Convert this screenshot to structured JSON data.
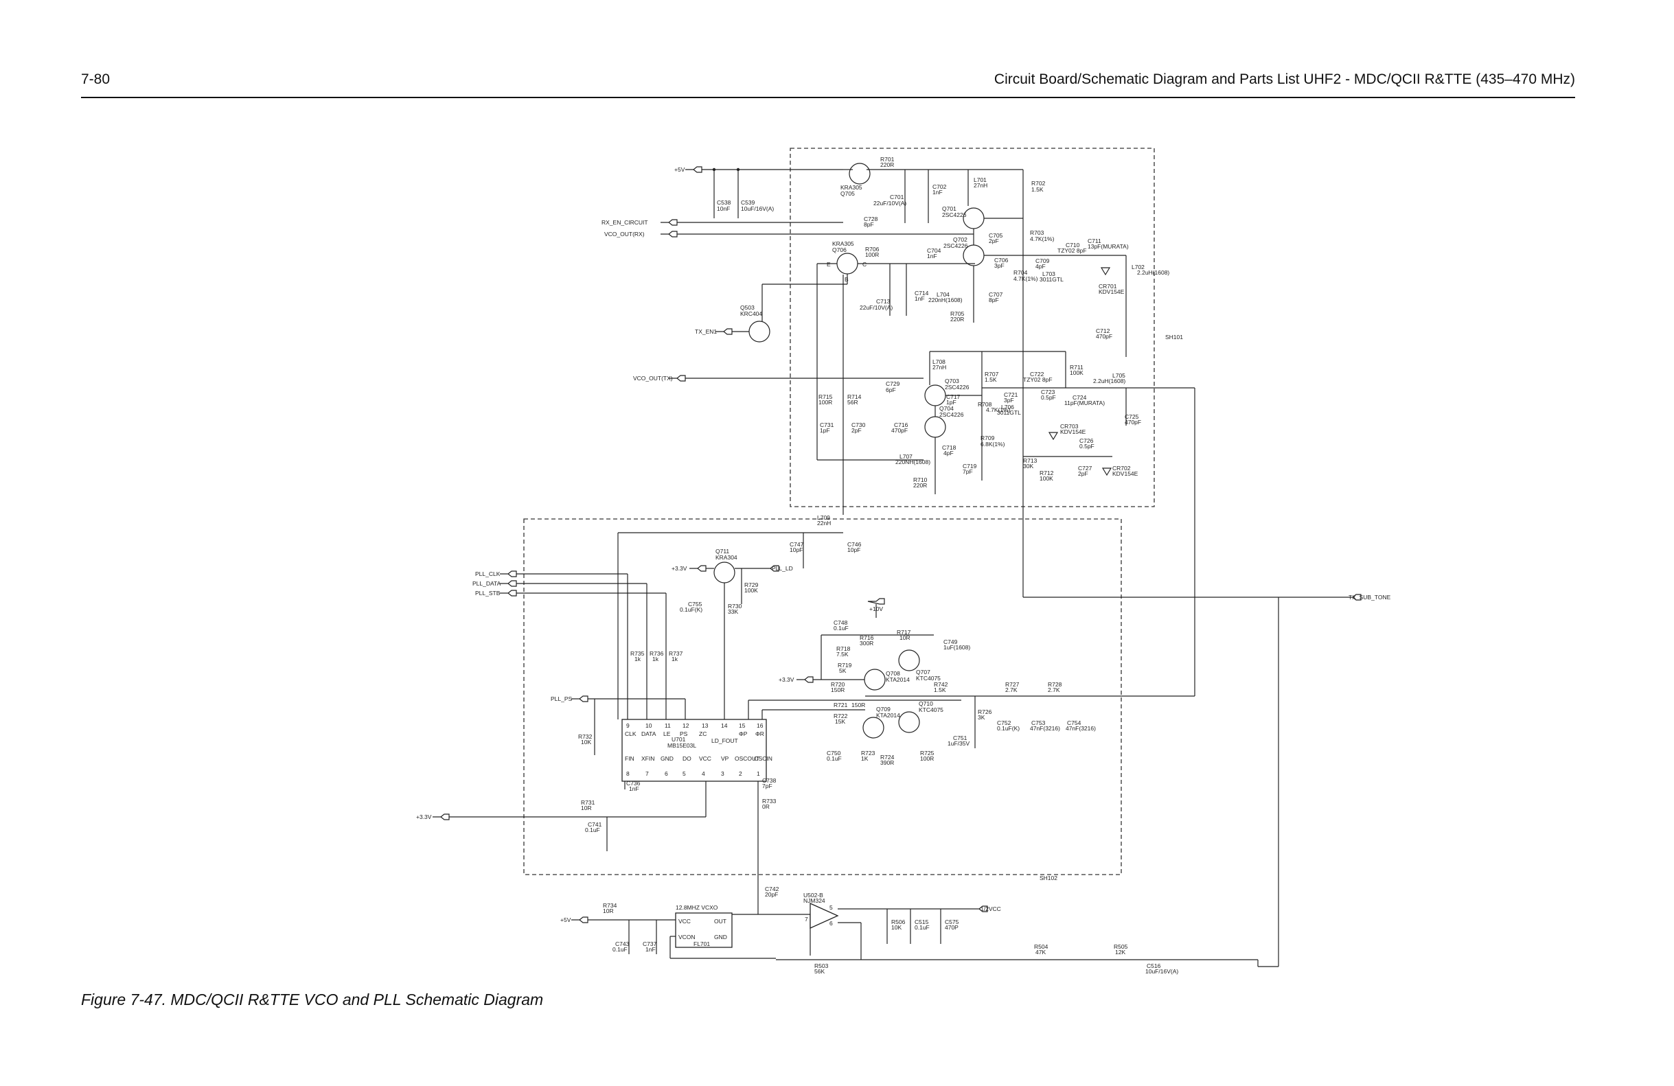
{
  "header": {
    "page_number": "7-80",
    "title": "Circuit Board/Schematic Diagram and Parts List UHF2 - MDC/QCII R&TTE (435–470 MHz)"
  },
  "figure": {
    "caption": "Figure 7-47. MDC/QCII R&TTE VCO and PLL Schematic Diagram"
  },
  "boxes": {
    "vco": "SH101",
    "pll": "SH102"
  },
  "ports": {
    "plus5v_top": "+5V",
    "rx_en": "RX_EN_CIRCUIT",
    "vco_out_rx": "VCO_OUT(RX)",
    "tx_en1": "TX_EN1",
    "vco_out_tx": "VCO_OUT(TX)",
    "pll_clk": "PLL_CLK",
    "pll_data": "PLL_DATA",
    "pll_stb": "PLL_STB",
    "pll_ps": "PLL_PS",
    "plus3v3_pll": "+3.3V",
    "plus3v3_q711": "+3.3V",
    "plus3v3_q707": "+3.3V",
    "pll_ld": "PLL_LD",
    "plus10v": "+10V",
    "tx_sub_tone": "TX_SUB_TONE",
    "plus5v_bottom": "+5V",
    "half_vcc": "1/2VCC"
  },
  "ic": {
    "u701_name": "U701",
    "u701_part": "MB15E03L",
    "pins_top": [
      "CLK",
      "DATA",
      "LE",
      "PS",
      "ZC",
      "LD_FOUT",
      "ΦP",
      "ΦR"
    ],
    "pins_top_num": [
      "9",
      "10",
      "11",
      "12",
      "13",
      "14",
      "15",
      "16"
    ],
    "pins_bottom": [
      "FIN",
      "XFIN",
      "GND",
      "DO",
      "VCC",
      "VP",
      "OSCOUT",
      "OSCIN"
    ],
    "pins_bottom_num": [
      "8",
      "7",
      "6",
      "5",
      "4",
      "3",
      "2",
      "1"
    ],
    "fl701_name": "FL701",
    "fl701_part": "12.8MHZ VCXO",
    "fl701_pins": [
      "VCC",
      "OUT",
      "VCON",
      "GND"
    ],
    "u502_name": "U502-B",
    "u502_part": "NJM324"
  },
  "transistors": [
    {
      "ref": "Q705",
      "part": "KRA305"
    },
    {
      "ref": "Q706",
      "part": "KRA305"
    },
    {
      "ref": "Q503",
      "part": "KRC404"
    },
    {
      "ref": "Q701",
      "part": "2SC4226"
    },
    {
      "ref": "Q702",
      "part": "2SC4226"
    },
    {
      "ref": "Q703",
      "part": "2SC4226"
    },
    {
      "ref": "Q704",
      "part": "2SC4226"
    },
    {
      "ref": "Q711",
      "part": "KRA304"
    },
    {
      "ref": "Q707",
      "part": "KTC4075"
    },
    {
      "ref": "Q708",
      "part": "KTA2014"
    },
    {
      "ref": "Q709",
      "part": "KTA2014"
    },
    {
      "ref": "Q710",
      "part": "KTC4075"
    }
  ],
  "labels": {
    "c538": "C538",
    "c538v": "10nF",
    "c539": "C539",
    "c539v": "10uF/16V(A)",
    "r701": "R701",
    "r701v": "220R",
    "c701": "C701",
    "c701v": "22uF/10V(A)",
    "c702": "C702",
    "c702v": "1nF",
    "l701": "L701",
    "l701v": "27nH",
    "r702": "R702",
    "r702v": "1.5K",
    "c728": "C728",
    "c728v": "8pF",
    "r706": "R706",
    "r706v": "100R",
    "c704": "C704",
    "c704v": "1nF",
    "c705": "C705",
    "c705v": "2pF",
    "r703": "R703",
    "r703v": "4.7K(1%)",
    "c710": "C710",
    "c710v": "TZY02 8pF",
    "c711": "C711",
    "c711v": "13pF(MURATA)",
    "c706": "C706",
    "c706v": "3pF",
    "c709": "C709",
    "c709v": "4pF",
    "l703": "L703",
    "l703v": "3011GTL",
    "r704": "R704",
    "r704v": "4.7K(1%)",
    "cr701": "CR701",
    "cr701v": "KDV154E",
    "l702": "L702",
    "l702v": "2.2uH(1608)",
    "c707": "C707",
    "c707v": "8pF",
    "l704": "L704",
    "l704v": "220nH(1608)",
    "r705": "R705",
    "r705v": "220R",
    "c713": "C713",
    "c713v": "22uF/10V(A)",
    "c714": "C714",
    "c714v": "1nF",
    "c712": "C712",
    "c712v": "470pF",
    "l708": "L708",
    "l708v": "27nH",
    "c729": "C729",
    "c729v": "6pF",
    "r707": "R707",
    "r707v": "1.5K",
    "c722": "C722",
    "c722v": "TZY02 8pF",
    "r711": "R711",
    "r711v": "100K",
    "l705": "L705",
    "l705v": "2.2uH(1608)",
    "r715": "R715",
    "r715v": "100R",
    "r714": "R714",
    "r714v": "56R",
    "c717": "C717",
    "c717v": "1pF",
    "c721": "C721",
    "c721v": "3pF",
    "l706": "L706",
    "l706v": "3011GTL",
    "c723": "C723",
    "c723v": "0.5pF",
    "c724": "C724",
    "c724v": "11pF(MURATA)",
    "r708": "R708",
    "r708v": "4.7K(1%)",
    "c725": "C725",
    "c725v": "470pF",
    "c731": "C731",
    "c731v": "1pF",
    "c730": "C730",
    "c730v": "2pF",
    "c716": "C716",
    "c716v": "470pF",
    "cr703": "CR703",
    "cr703v": "KDV154E",
    "c718": "C718",
    "c718v": "4pF",
    "r709": "R709",
    "r709v": "6.8K(1%)",
    "c726": "C726",
    "c726v": "0.5pF",
    "r713": "R713",
    "r713v": "30K",
    "c727": "C727",
    "c727v": "2pF",
    "cr702": "CR702",
    "cr702v": "KDV154E",
    "r712": "R712",
    "r712v": "100K",
    "l707": "L707",
    "l707v": "220NH(1608)",
    "c719": "C719",
    "c719v": "7pF",
    "r710": "R710",
    "r710v": "220R",
    "l709": "L709",
    "l709v": "22nH",
    "c747": "C747",
    "c747v": "10pF",
    "c746": "C746",
    "c746v": "10pF",
    "r729": "R729",
    "r729v": "100K",
    "c755": "C755",
    "c755v": "0.1uF(K)",
    "r730": "R730",
    "r730v": "33K",
    "c748": "C748",
    "c748v": "0.1uF",
    "r717": "R717",
    "r717v": "10R",
    "c749": "C749",
    "c749v": "1uF(1608)",
    "r716": "R716",
    "r716v": "300R",
    "r718": "R718",
    "r718v": "7.5K",
    "r719": "R719",
    "r719v": "5K",
    "r735": "R735",
    "r735v": "1k",
    "r736": "R736",
    "r736v": "1k",
    "r737": "R737",
    "r737v": "1k",
    "r720": "R720",
    "r720v": "150R",
    "r742": "R742",
    "r742v": "1.5K",
    "r727": "R727",
    "r727v": "2.7K",
    "r728": "R728",
    "r728v": "2.7K",
    "r721": "R721",
    "r721v": "150R",
    "r722": "R722",
    "r722v": "15K",
    "r726": "R726",
    "r726v": "3K",
    "c752": "C752",
    "c752v": "0.1uF(K)",
    "c753": "C753",
    "c753v": "47nF(3216)",
    "c754": "C754",
    "c754v": "47nF(3216)",
    "r732": "R732",
    "r732v": "10K",
    "c751": "C751",
    "c751v": "1uF/35V",
    "c750": "C750",
    "c750v": "0.1uF",
    "r723": "R723",
    "r723v": "1K",
    "r724": "R724",
    "r724v": "390R",
    "r725": "R725",
    "r725v": "100R",
    "c736": "C736",
    "c736v": "1nF",
    "c738": "C738",
    "c738v": "7pF",
    "r733": "R733",
    "r733v": "0R",
    "r731": "R731",
    "r731v": "10R",
    "c741": "C741",
    "c741v": "0.1uF",
    "c742": "C742",
    "c742v": "20pF",
    "r734": "R734",
    "r734v": "10R",
    "c743": "C743",
    "c743v": "0.1uF",
    "c737": "C737",
    "c737v": "1nF",
    "r506": "R506",
    "r506v": "10K",
    "c515": "C515",
    "c515v": "0.1uF",
    "c575": "C575",
    "c575v": "470P",
    "r503": "R503",
    "r503v": "56K",
    "r504": "R504",
    "r504v": "47K",
    "r505": "R505",
    "r505v": "12K",
    "c516": "C516",
    "c516v": "10uF/16V(A)",
    "pin_e": "E",
    "pin_c": "C",
    "pin_b": "B",
    "opamp_in_n": "7",
    "opamp_in_p": "5",
    "opamp_out": "6"
  }
}
